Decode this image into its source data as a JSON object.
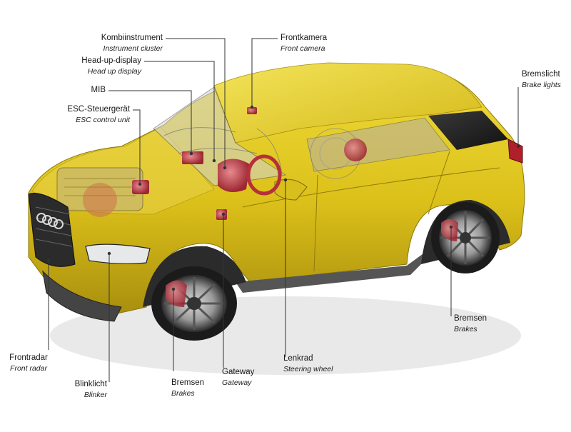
{
  "labels": {
    "kombiinstrument": {
      "de": "Kombiinstrument",
      "en": "Instrument cluster"
    },
    "headup": {
      "de": "Head-up-display",
      "en": "Head up display"
    },
    "mib": {
      "de": "MIB"
    },
    "esc": {
      "de": "ESC-Steuergerät",
      "en": "ESC control unit"
    },
    "frontkamera": {
      "de": "Frontkamera",
      "en": "Front camera"
    },
    "bremslicht": {
      "de": "Bremslicht",
      "en": "Brake lights"
    },
    "bremsen_rear": {
      "de": "Bremsen",
      "en": "Brakes"
    },
    "frontradar": {
      "de": "Frontradar",
      "en": "Front radar"
    },
    "blinklicht": {
      "de": "Blinklicht",
      "en": "Blinker"
    },
    "bremsen_front": {
      "de": "Bremsen",
      "en": "Brakes"
    },
    "gateway": {
      "de": "Gateway",
      "en": "Gateway"
    },
    "lenkrad": {
      "de": "Lenkrad",
      "en": "Steering wheel"
    }
  },
  "colors": {
    "body": "#e0c51a",
    "body_dark": "#b69a10",
    "highlight": "#c0353f",
    "leader": "#333333"
  }
}
